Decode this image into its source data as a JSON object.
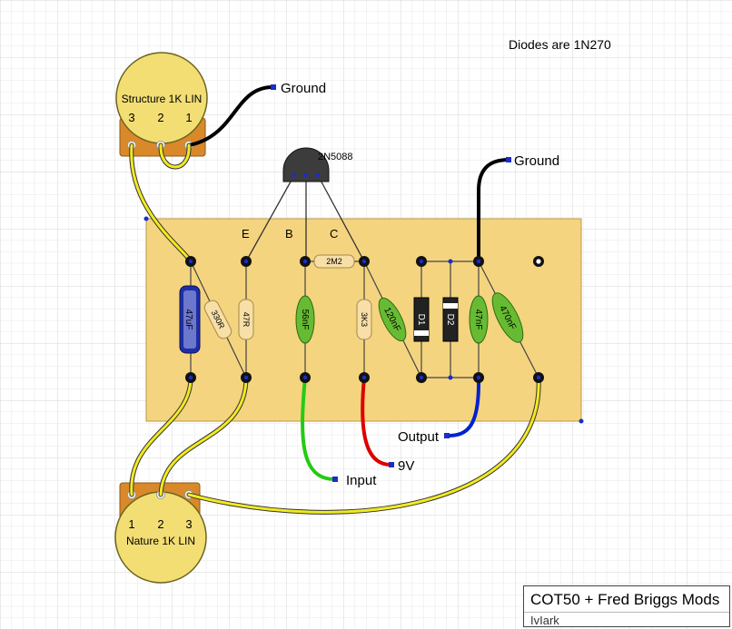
{
  "note": "Diodes are 1N270",
  "pot_top": {
    "name": "Structure 1K LIN",
    "pins": [
      "3",
      "2",
      "1"
    ]
  },
  "pot_bottom": {
    "name": "Nature 1K LIN",
    "pins": [
      "1",
      "2",
      "3"
    ]
  },
  "transistor": {
    "name": "2N5088"
  },
  "pins": {
    "e": "E",
    "b": "B",
    "c": "C"
  },
  "components": {
    "cap_47uf": "47uF",
    "res_330r": "330R",
    "res_47r": "47R",
    "cap_56nf": "56nF",
    "res_2m2": "2M2",
    "res_3k3": "3K3",
    "cap_120nf": "120nF",
    "diode_d1": "D1",
    "diode_d2": "D2",
    "cap_47nf": "47nF",
    "cap_470nf": "470nF"
  },
  "wires": {
    "ground_top": "Ground",
    "ground_right": "Ground",
    "output": "Output",
    "nine_v": "9V",
    "input": "Input"
  },
  "title": {
    "main": "COT50 + Fred Briggs Mods",
    "author": "IvIark"
  },
  "colors": {
    "board": "#f4d47e",
    "pot": "#f3de74",
    "pot_base": "#d9892a",
    "wire_yellow": "#f2ea1f",
    "wire_black": "#000000",
    "wire_green": "#22cc11",
    "wire_red": "#dd0000",
    "wire_blue": "#0022cc",
    "resistor": "#f7dfa7",
    "capacitor": "#66bb33",
    "electrolytic": "#1f2ea8",
    "diode": "#222222"
  }
}
